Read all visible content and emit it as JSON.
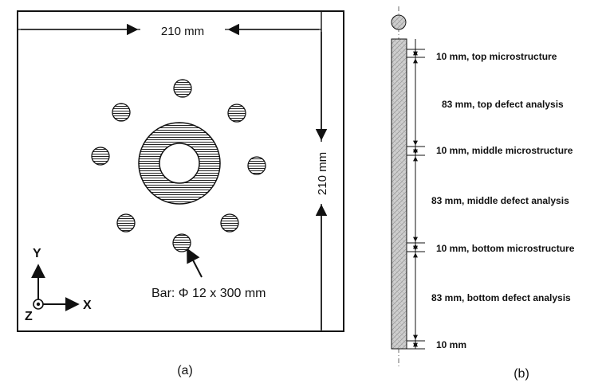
{
  "panel_a": {
    "width_label": "210 mm",
    "height_label": "210 mm",
    "bar_label": "Bar: Φ 12 x 300 mm",
    "axis_y": "Y",
    "axis_x": "X",
    "axis_z": "Z",
    "caption": "(a)"
  },
  "panel_b": {
    "segments": [
      "10 mm, top microstructure",
      "83 mm, top defect analysis",
      "10 mm, middle microstructure",
      "83 mm, middle defect analysis",
      "10 mm, bottom microstructure",
      "83 mm, bottom defect analysis",
      "10 mm"
    ],
    "caption": "(b)"
  }
}
